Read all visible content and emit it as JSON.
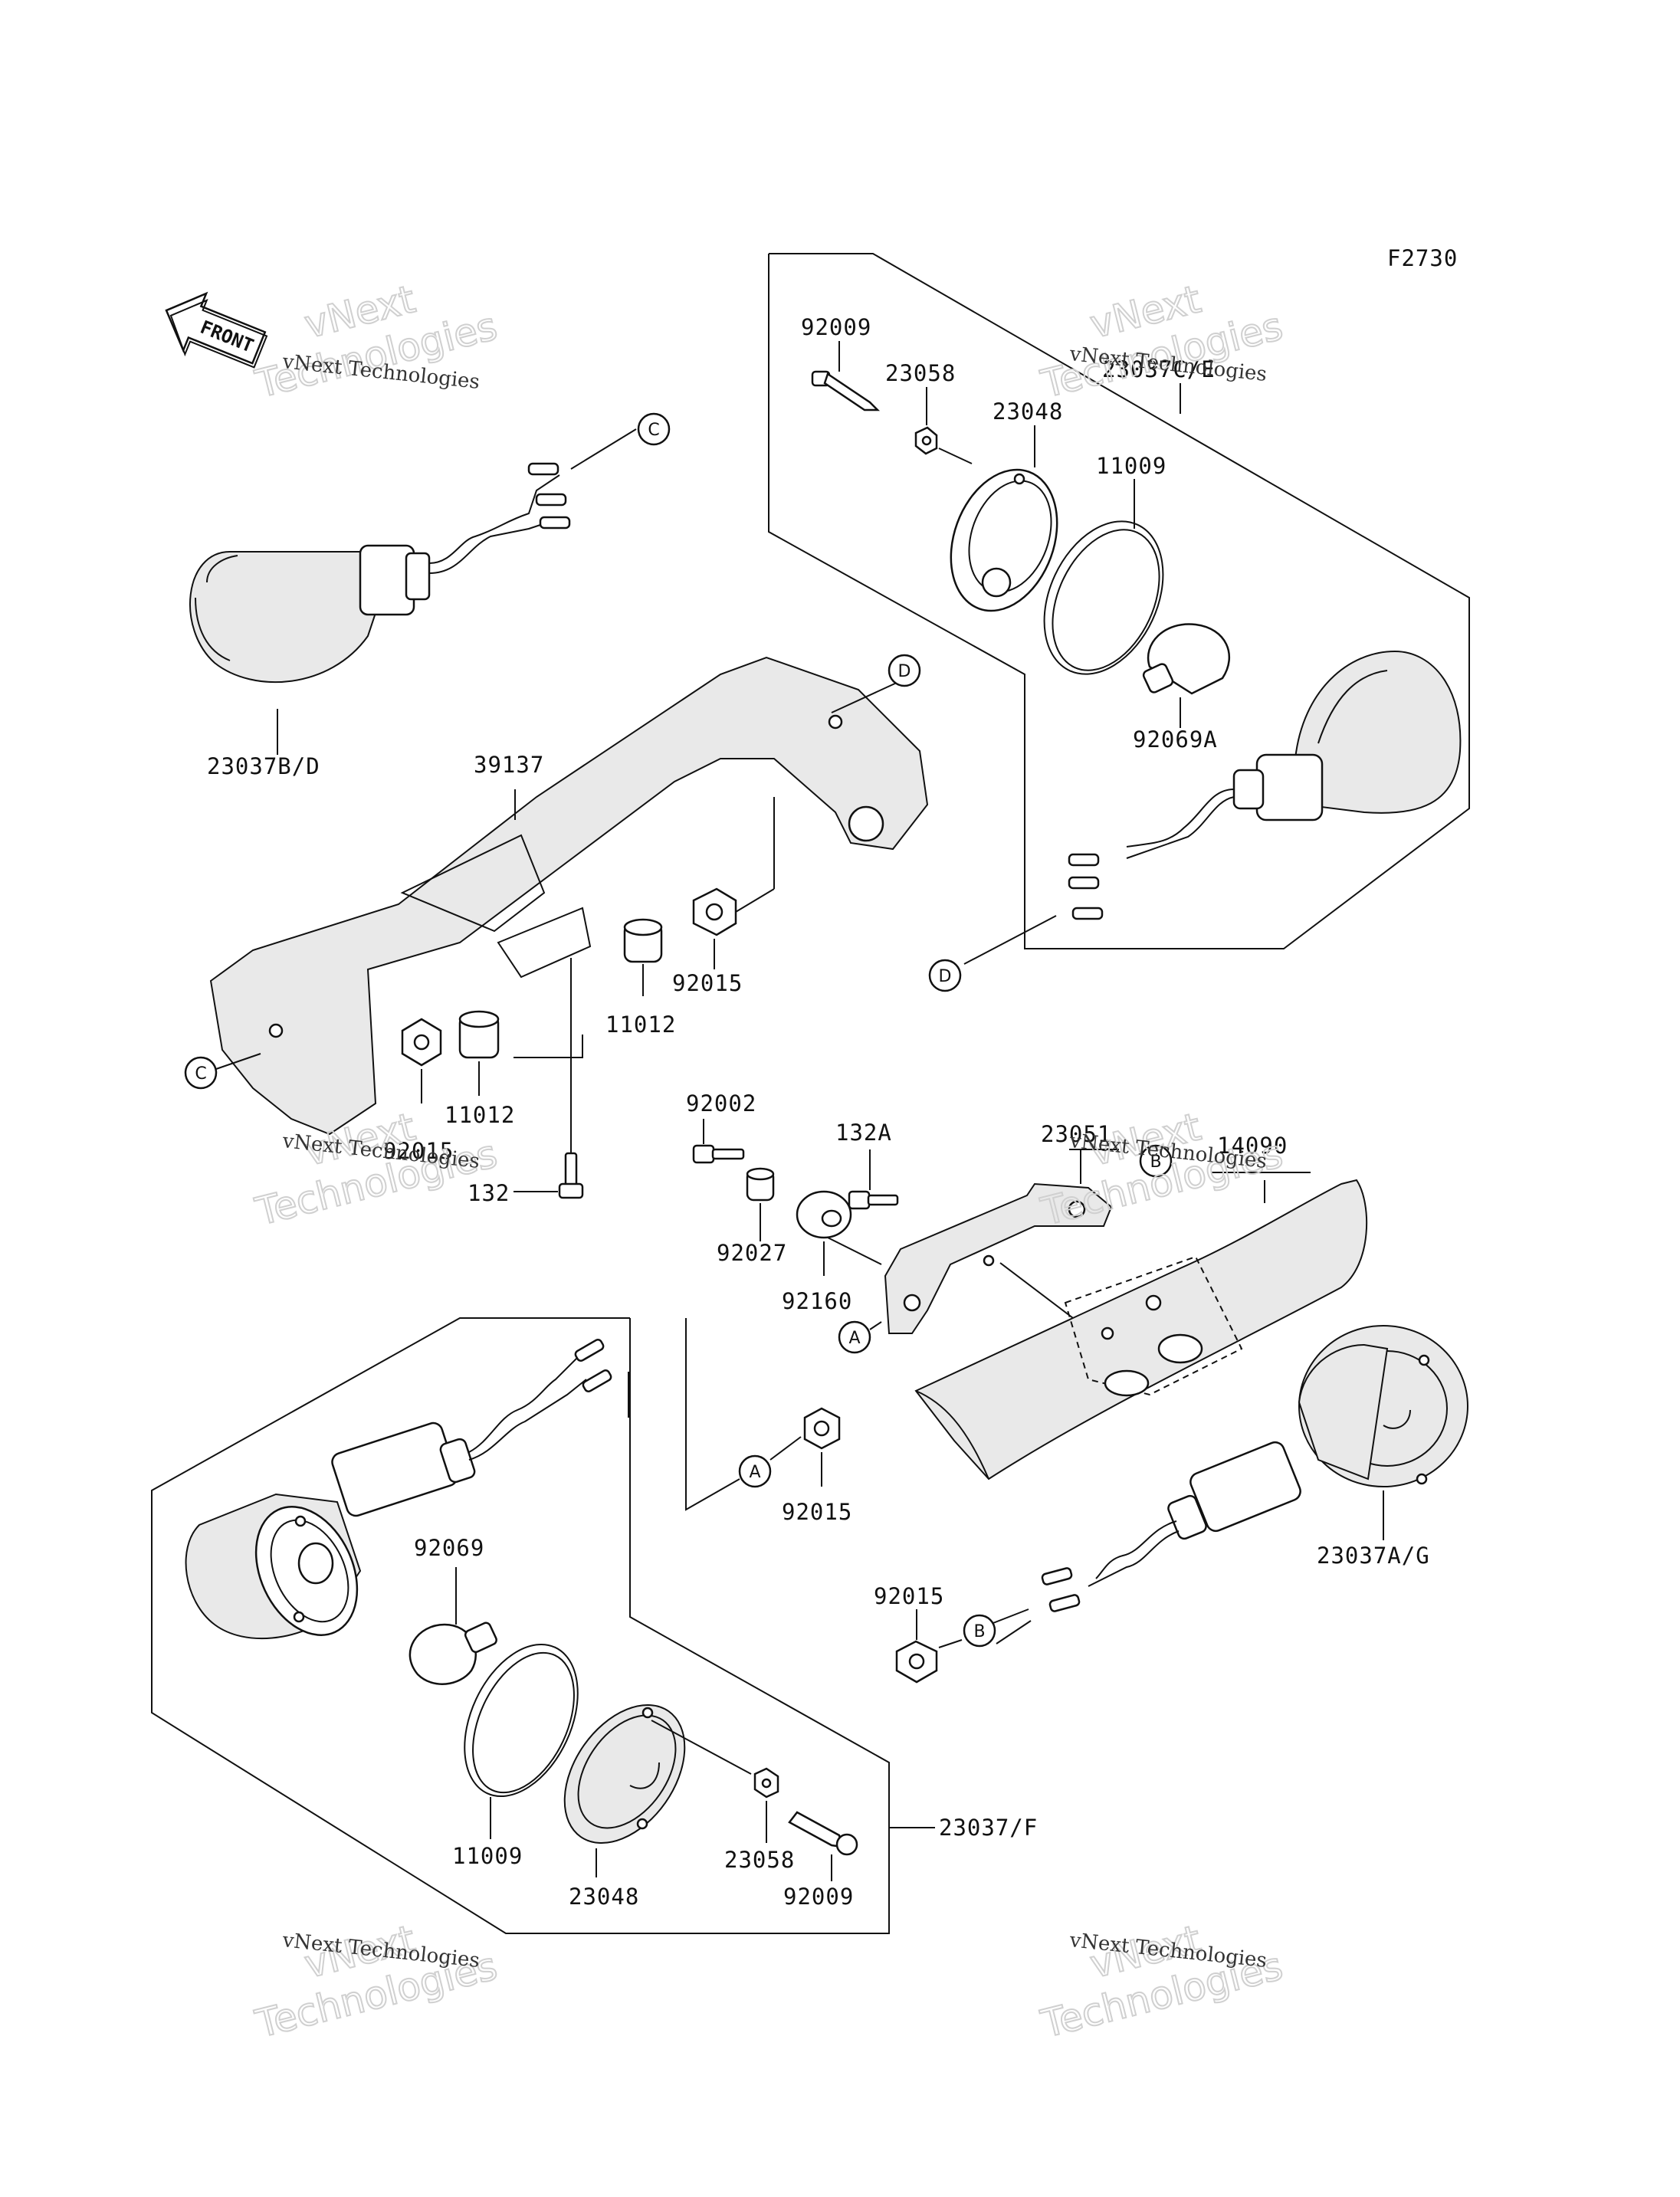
{
  "figure_code": "F2730",
  "front_arrow_label": "FRONT",
  "watermark": {
    "line1": "vNext",
    "line2": "vNext Technologies",
    "line3": "Technologies"
  },
  "part_labels": {
    "p92009_top": "92009",
    "p23058_top": "23058",
    "p23048_top": "23048",
    "p23037ce": "23037C/E",
    "p11009_top": "11009",
    "p92069a": "92069A",
    "p23037bd": "23037B/D",
    "p39137": "39137",
    "p92015_mid": "92015",
    "p11012_mid": "11012",
    "p11012_low": "11012",
    "p92015_left": "92015",
    "p132": "132",
    "p92002": "92002",
    "p92027": "92027",
    "p132a": "132A",
    "p92160": "92160",
    "p23051": "23051",
    "p14090": "14090",
    "p92015_a": "92015",
    "p23037ag": "23037A/G",
    "p92015_b": "92015",
    "p92069": "92069",
    "p11009_bot": "11009",
    "p23048_bot": "23048",
    "p23058_bot": "23058",
    "p92009_bot": "92009",
    "p23037f": "23037/F"
  },
  "reference_markers": {
    "c_top": "C",
    "c_left": "C",
    "d_top": "D",
    "d_bottom": "D",
    "a_bracket": "A",
    "a_nut": "A",
    "b_fender": "B",
    "b_wire": "B"
  }
}
